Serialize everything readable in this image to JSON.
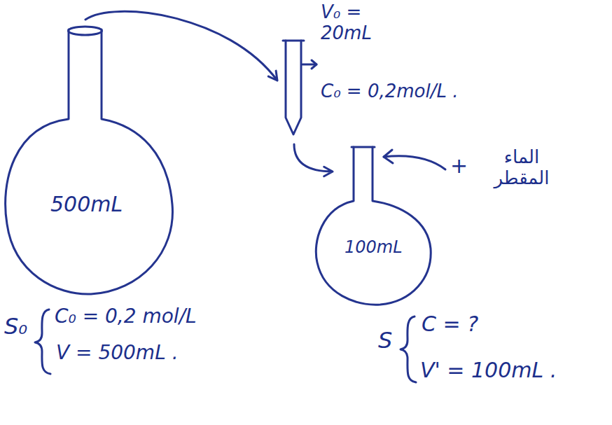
{
  "diagram": {
    "nodes": [
      {
        "text": [
          "500mL"
        ]
      },
      {
        "text": [
          "V₀ = 20mL",
          "C₀ = 0,2mol/L ."
        ]
      },
      {
        "text": [
          "100mL"
        ]
      }
    ],
    "edges": [
      {
        "from": 0,
        "to": 1,
        "arrow": "to"
      },
      {
        "from": 1,
        "to": 2,
        "arrow": "to"
      }
    ],
    "labels": [
      "+",
      "الماء المقطر",
      "S₀",
      "C₀ = 0,2 mol/L",
      "V = 500mL .",
      "S",
      "C = ?",
      "V' = 100mL ."
    ]
  }
}
